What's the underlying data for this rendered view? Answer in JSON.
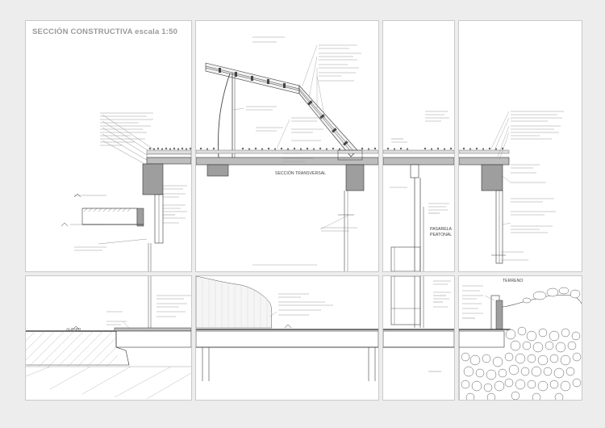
{
  "title": "SECCIÓN CONSTRUCTIVA escala 1:50",
  "labels": {
    "seccion_transversal": "SECCIÓN TRANSVERSAL",
    "pasarela": "PASARELA",
    "peatonal": "PEATONAL",
    "alzado": "ALZADO",
    "terreno": "TERRENO"
  },
  "colors": {
    "background": "#ededed",
    "panel": "#ffffff",
    "concrete_fill": "#9e9e9e",
    "line": "#333333",
    "dim_line": "#888888",
    "terrain_hatch": "#aaaaaa"
  }
}
